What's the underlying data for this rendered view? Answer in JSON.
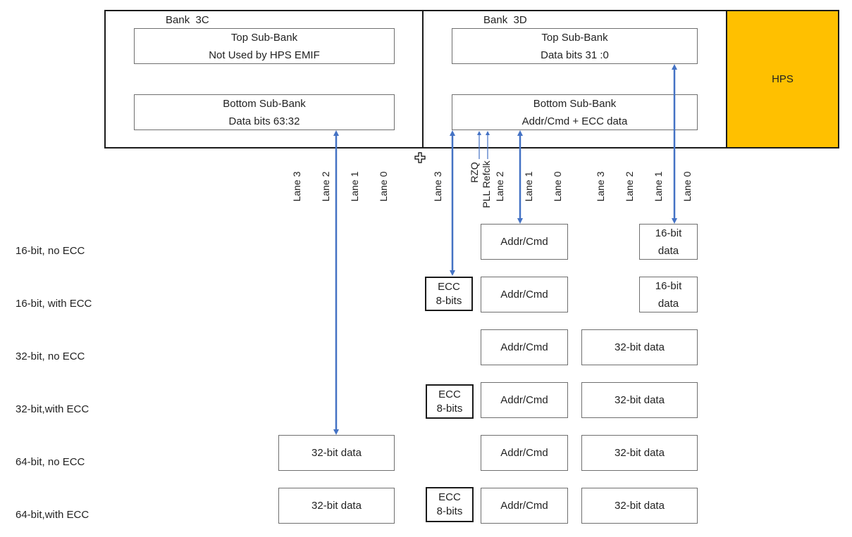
{
  "bank_3c": {
    "title": "Bank  3C",
    "top_sub_bank": {
      "line1": "Top Sub-Bank",
      "line2": "Not Used by HPS EMIF"
    },
    "bottom_sub_bank": {
      "line1": "Bottom Sub-Bank",
      "line2": "Data bits 63:32"
    }
  },
  "bank_3d": {
    "title": "Bank  3D",
    "top_sub_bank": {
      "line1": "Top Sub-Bank",
      "line2": "Data bits 31 :0"
    },
    "bottom_sub_bank": {
      "line1": "Bottom Sub-Bank",
      "line2": "Addr/Cmd + ECC data"
    }
  },
  "hps": {
    "label": "HPS"
  },
  "lanes": {
    "bank_3c": [
      "Lane 3",
      "Lane 2",
      "Lane 1",
      "Lane 0"
    ],
    "bank_3d_sub1": [
      "Lane 3",
      "Lane 2",
      "Lane 1",
      "Lane 0"
    ],
    "bank_3d_sub2": [
      "Lane 3",
      "Lane 2",
      "Lane 1",
      "Lane 0"
    ],
    "signals": [
      "RZQ",
      "PLL Refclk"
    ]
  },
  "configurations": [
    {
      "label": "16-bit, no ECC"
    },
    {
      "label": "16-bit, with ECC"
    },
    {
      "label": "32-bit, no ECC"
    },
    {
      "label": "32-bit,with ECC"
    },
    {
      "label": "64-bit, no ECC"
    },
    {
      "label": "64-bit,with ECC"
    }
  ],
  "blocks": {
    "addr_cmd": "Addr/Cmd",
    "ecc_line1": "ECC",
    "ecc_line2": "8-bits",
    "data_16_line1": "16-bit",
    "data_16_line2": "data",
    "data_32": "32-bit data"
  },
  "colors": {
    "arrow": "#4472c4",
    "hps_fill": "#ffc000",
    "border": "#1a1a1a"
  }
}
